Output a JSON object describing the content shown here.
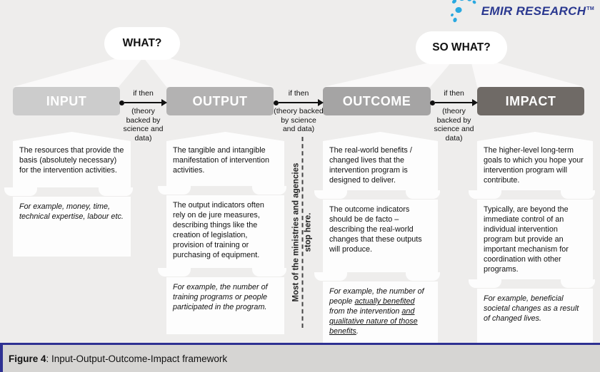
{
  "logo": {
    "name": "EMIR RESEARCH",
    "tm": "TM"
  },
  "bubbles": {
    "what": "WHAT?",
    "so_what": "SO WHAT?"
  },
  "connector": {
    "top": "if then",
    "bottom": "(theory backed by science and data)"
  },
  "divider": {
    "line1": "Most of the ministries and agencies",
    "line2": "stop here."
  },
  "columns": [
    {
      "header": "INPUT",
      "color": "#cccccc",
      "boxes": [
        {
          "text": "The resources that provide the basis (absolutely necessary) for the intervention activities."
        },
        {
          "text": "For example, money, time, technical expertise, labour etc."
        }
      ]
    },
    {
      "header": "OUTPUT",
      "color": "#b3b2b2",
      "boxes": [
        {
          "text": "The tangible and intangible manifestation of intervention activities."
        },
        {
          "text": "The output indicators often rely on de jure measures, describing things like the creation of legislation, provision of training or purchasing of equipment."
        },
        {
          "text": "For example, the number of training programs or people participated in the program."
        }
      ]
    },
    {
      "header": "OUTCOME",
      "color": "#a5a4a4",
      "boxes": [
        {
          "text": "The real-world benefits / changed lives that the intervention program is designed to deliver."
        },
        {
          "text": "The outcome indicators should be de facto – describing the real-world changes that these outputs will produce."
        },
        {
          "segments": [
            {
              "t": "For example, the number of people "
            },
            {
              "t": "actually benefited",
              "u": true
            },
            {
              "t": " from the intervention "
            },
            {
              "t": "and qualitative nature of those benefits",
              "u": true
            },
            {
              "t": "."
            }
          ]
        }
      ]
    },
    {
      "header": "IMPACT",
      "color": "#6f6a66",
      "boxes": [
        {
          "text": "The higher-level long-term goals to which you hope your intervention program will contribute."
        },
        {
          "text": "Typically, are beyond the immediate control of an individual intervention program but provide an important mechanism for coordination with other programs."
        },
        {
          "text": "For example, beneficial societal changes as a result of changed lives."
        }
      ]
    }
  ],
  "caption": {
    "label": "Figure 4",
    "text": ": Input-Output-Outcome-Impact framework"
  }
}
